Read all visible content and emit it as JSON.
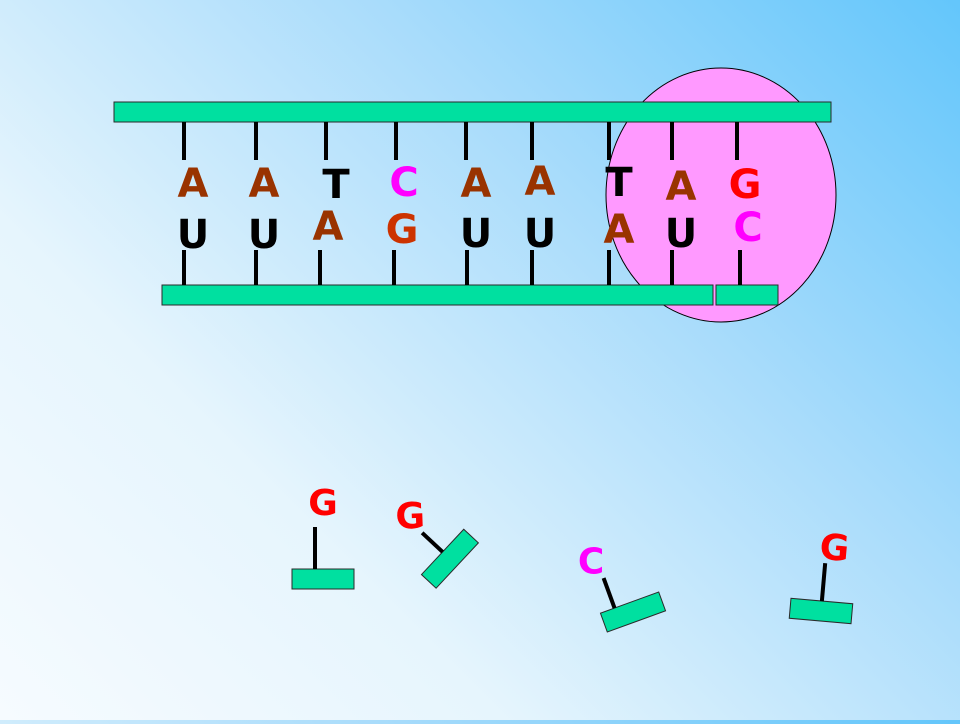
{
  "colors": {
    "strand": "#00e0a0",
    "strand_stroke": "#2a2a2a",
    "stick": "#000000",
    "enzyme": "#ff99ff",
    "base_A": "#993300",
    "base_U": "#000000",
    "base_T": "#000000",
    "base_C": "#ff00ff",
    "base_G": "#ff0000",
    "base_G_lower": "#cc3300"
  },
  "dna_template": [
    "A",
    "A",
    "T",
    "C",
    "A",
    "A",
    "T",
    "A",
    "G"
  ],
  "rna_strand": [
    "U",
    "U",
    "A",
    "G",
    "U",
    "U",
    "A",
    "U",
    "C"
  ],
  "free_nucleotides": [
    "G",
    "G",
    "C",
    "G"
  ]
}
